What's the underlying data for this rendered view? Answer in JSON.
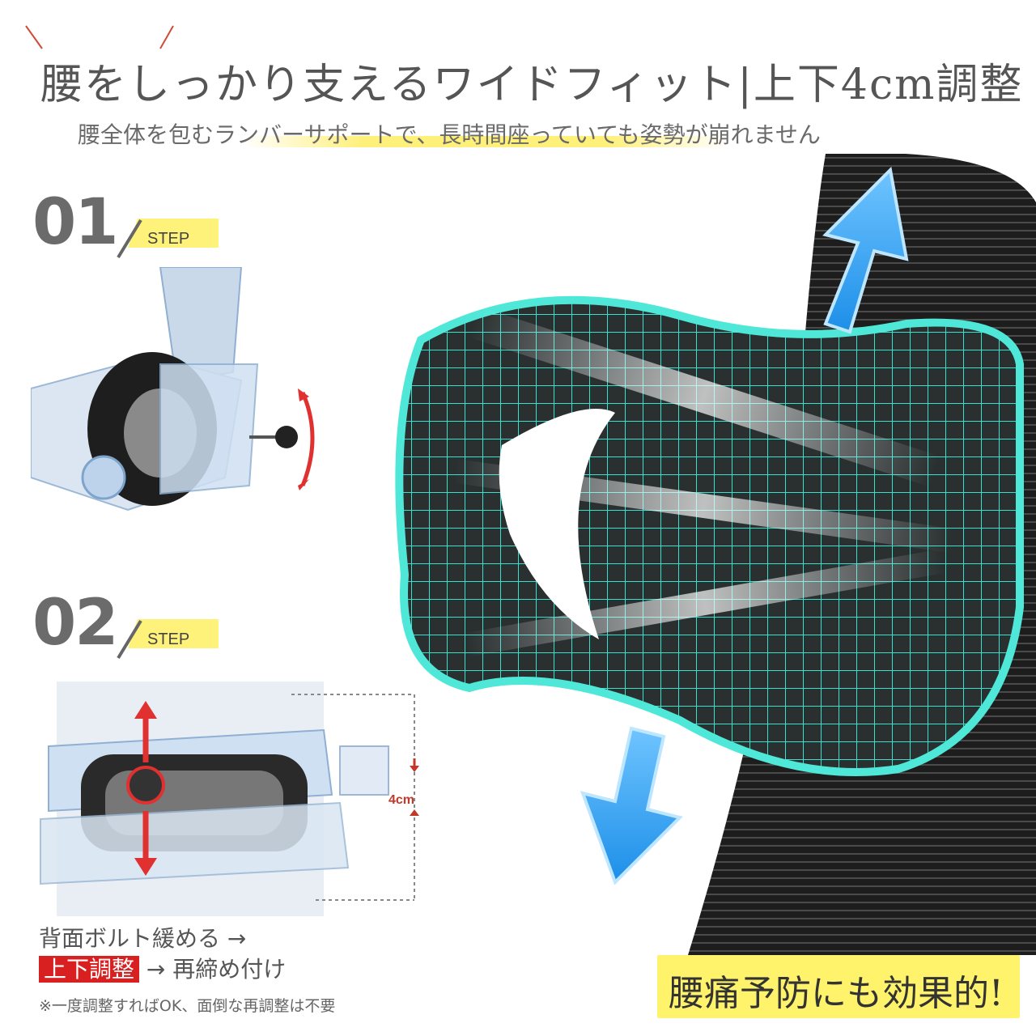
{
  "headline": "腰をしっかり支えるワイドフィット|上下4cm調整",
  "subheadline": "腰全体を包むランバーサポートで、長時間座っていても姿勢が崩れません",
  "steps": [
    {
      "number": "01",
      "tag": "STEP"
    },
    {
      "number": "02",
      "tag": "STEP"
    }
  ],
  "dimension_label": "4cm",
  "notes": {
    "line1": "背面ボルト緩める →",
    "line2_highlight": "上下調整",
    "line2_rest": "→ 再締め付け",
    "footnote": "※一度調整すればOK、面倒な再調整は不要"
  },
  "badge": "腰痛予防にも効果的!",
  "colors": {
    "accent_yellow": "#fff36b",
    "accent_red": "#d92020",
    "mesh_cyan": "#2fd6c8",
    "arrow_blue": "#2a9df4"
  }
}
